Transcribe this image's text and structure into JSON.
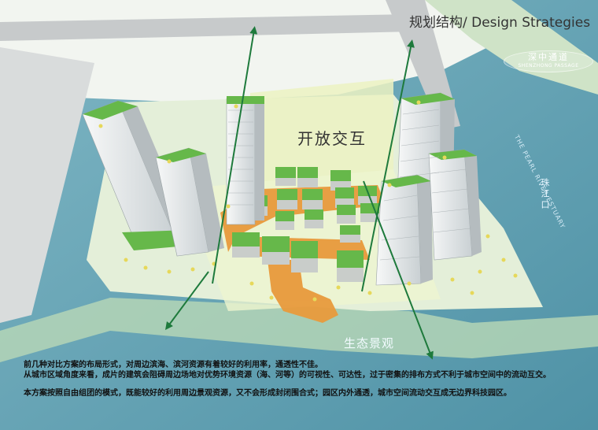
{
  "header": {
    "title": "规划结构/ Design Strategies"
  },
  "labels": {
    "open_interaction": "开放交互",
    "ecological_landscape": "生态景观",
    "estuary_cn": "珠江口",
    "estuary_en": "THE PEARL RIVER ESTUARY"
  },
  "badge": {
    "cn": "深中通道",
    "en": "SHENZHONG PASSAGE"
  },
  "notes": {
    "line1": "前几种对比方案的布局形式，对周边滨海、滨河资源有着较好的利用率，通透性不佳。",
    "line2": "从城市区域角度来看，成片的建筑会阻碍周边场地对优势环境资源（海、河等）的可视性、可达性，过于密集的排布方式不利于城市空间中的流动互交。",
    "line3": "本方案按照自由组团的模式，既能较好的利用周边景观资源，又不会形成封闭围合式；园区内外通透，城市空间流动交互成无边界科技园区。"
  },
  "colors": {
    "water": "#5c9fb0",
    "land": "#d8e8d2",
    "plaza": "#eef3c8",
    "arrow": "#1e7a3c",
    "path": "#e89a3c",
    "roof": "#66b84a"
  }
}
